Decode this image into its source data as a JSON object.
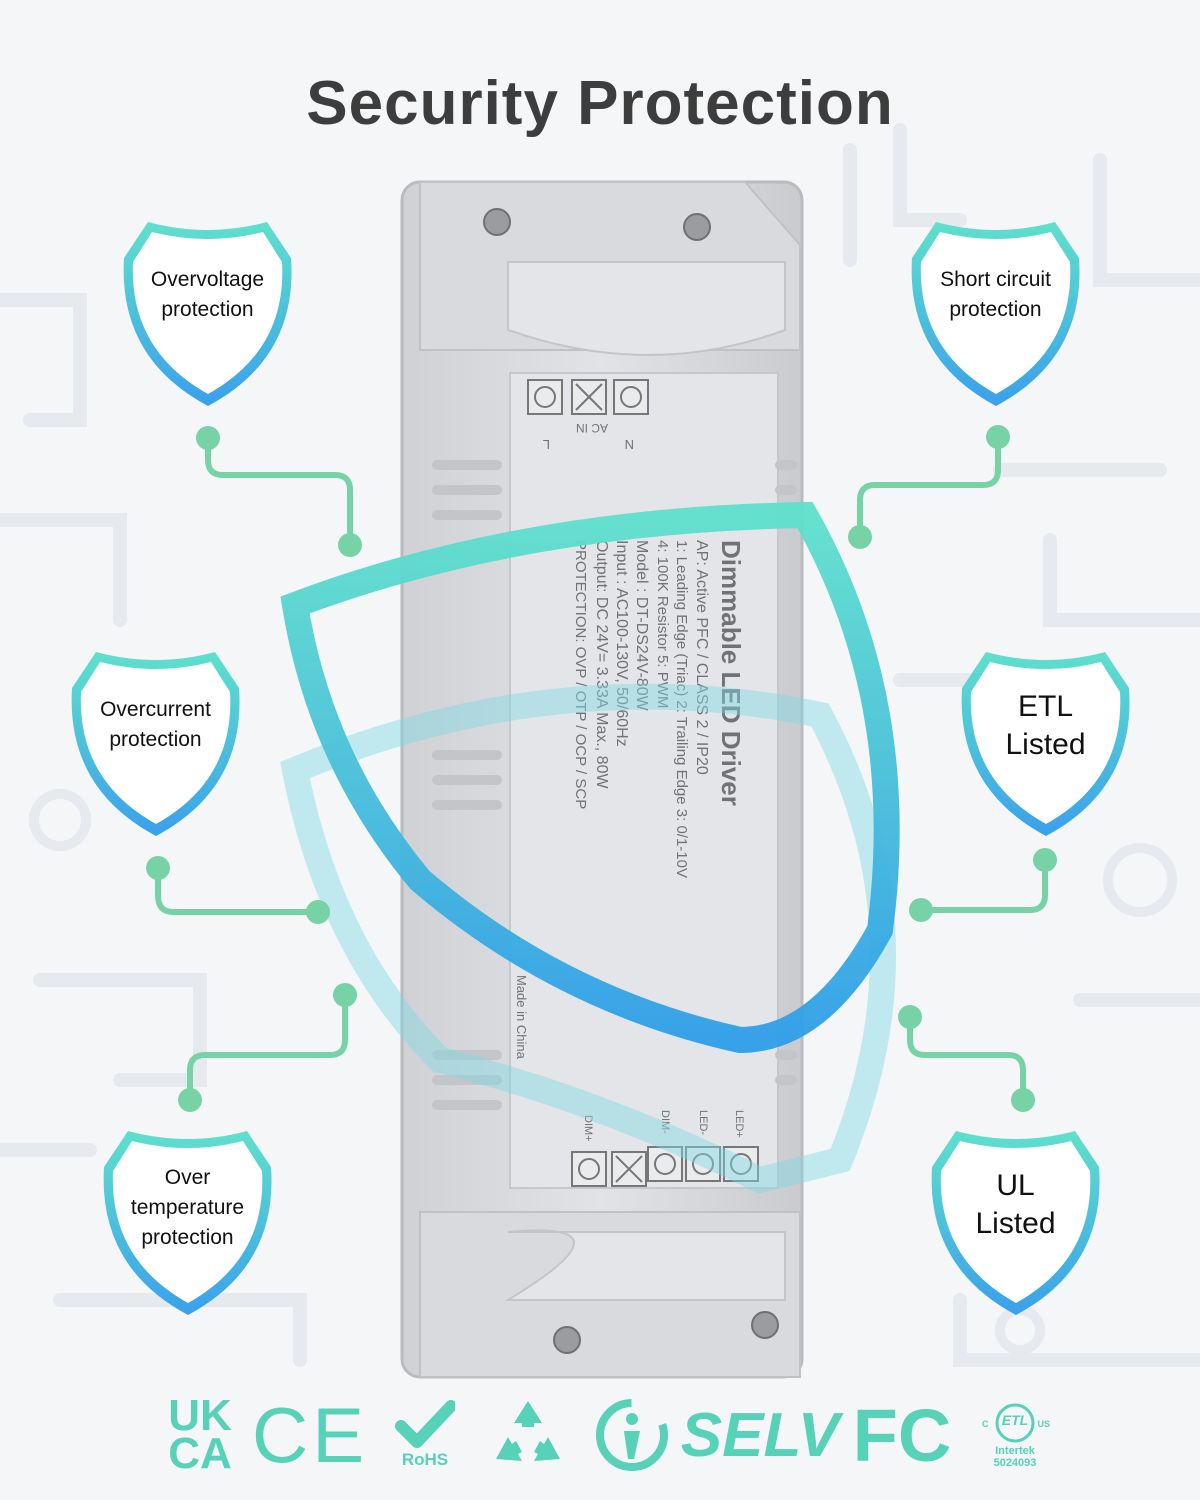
{
  "title": "Security Protection",
  "colors": {
    "accent_teal": "#57d1b7",
    "connector_green": "#6fd0a0",
    "shield_top": "#5fd9c9",
    "shield_bottom": "#3aa3ec",
    "device_gray": "#dcdde0"
  },
  "device": {
    "heading": "Dimmable LED Driver",
    "line1": "AP: Active PFC / CLASS 2 / IP20",
    "line2": "1: Leading Edge (Triac) 2: Trailing Edge 3: 0/1-10V",
    "line3": "4: 100K Resistor 5: PWM",
    "model": "Model : DT-DS24V-80W",
    "input": "Input : AC100-130V, 50/60Hz",
    "output": "Output: DC 24V= 3.33A Max., 80W",
    "protection": "PROTECTION: OVP / OTP / OCP / SCP",
    "ac_in": "AC IN",
    "term_l": "L",
    "term_n": "N",
    "made_in": "Made in China",
    "term_led_plus": "LED+",
    "term_led_minus": "LED-",
    "term_dim_minus": "DIM-",
    "term_dim_plus": "DIM+"
  },
  "features": {
    "overvoltage": {
      "line1": "Overvoltage",
      "line2": "protection"
    },
    "short_circuit": {
      "line1": "Short circuit",
      "line2": "protection"
    },
    "overcurrent": {
      "line1": "Overcurrent",
      "line2": "protection"
    },
    "etl": {
      "line1": "ETL",
      "line2": "Listed"
    },
    "over_temperature": {
      "line1": "Over",
      "line2": "temperature",
      "line3": "protection"
    },
    "ul": {
      "line1": "UL",
      "line2": "Listed"
    }
  },
  "certifications": {
    "ukca_top": "UK",
    "ukca_bottom": "CA",
    "ce": "CE",
    "rohs": "RoHS",
    "selv": "SELV",
    "fc": "FC",
    "etl_mark": "ETL",
    "etl_c": "C",
    "etl_us": "US",
    "intertek": "Intertek",
    "intertek_no": "5024093"
  }
}
